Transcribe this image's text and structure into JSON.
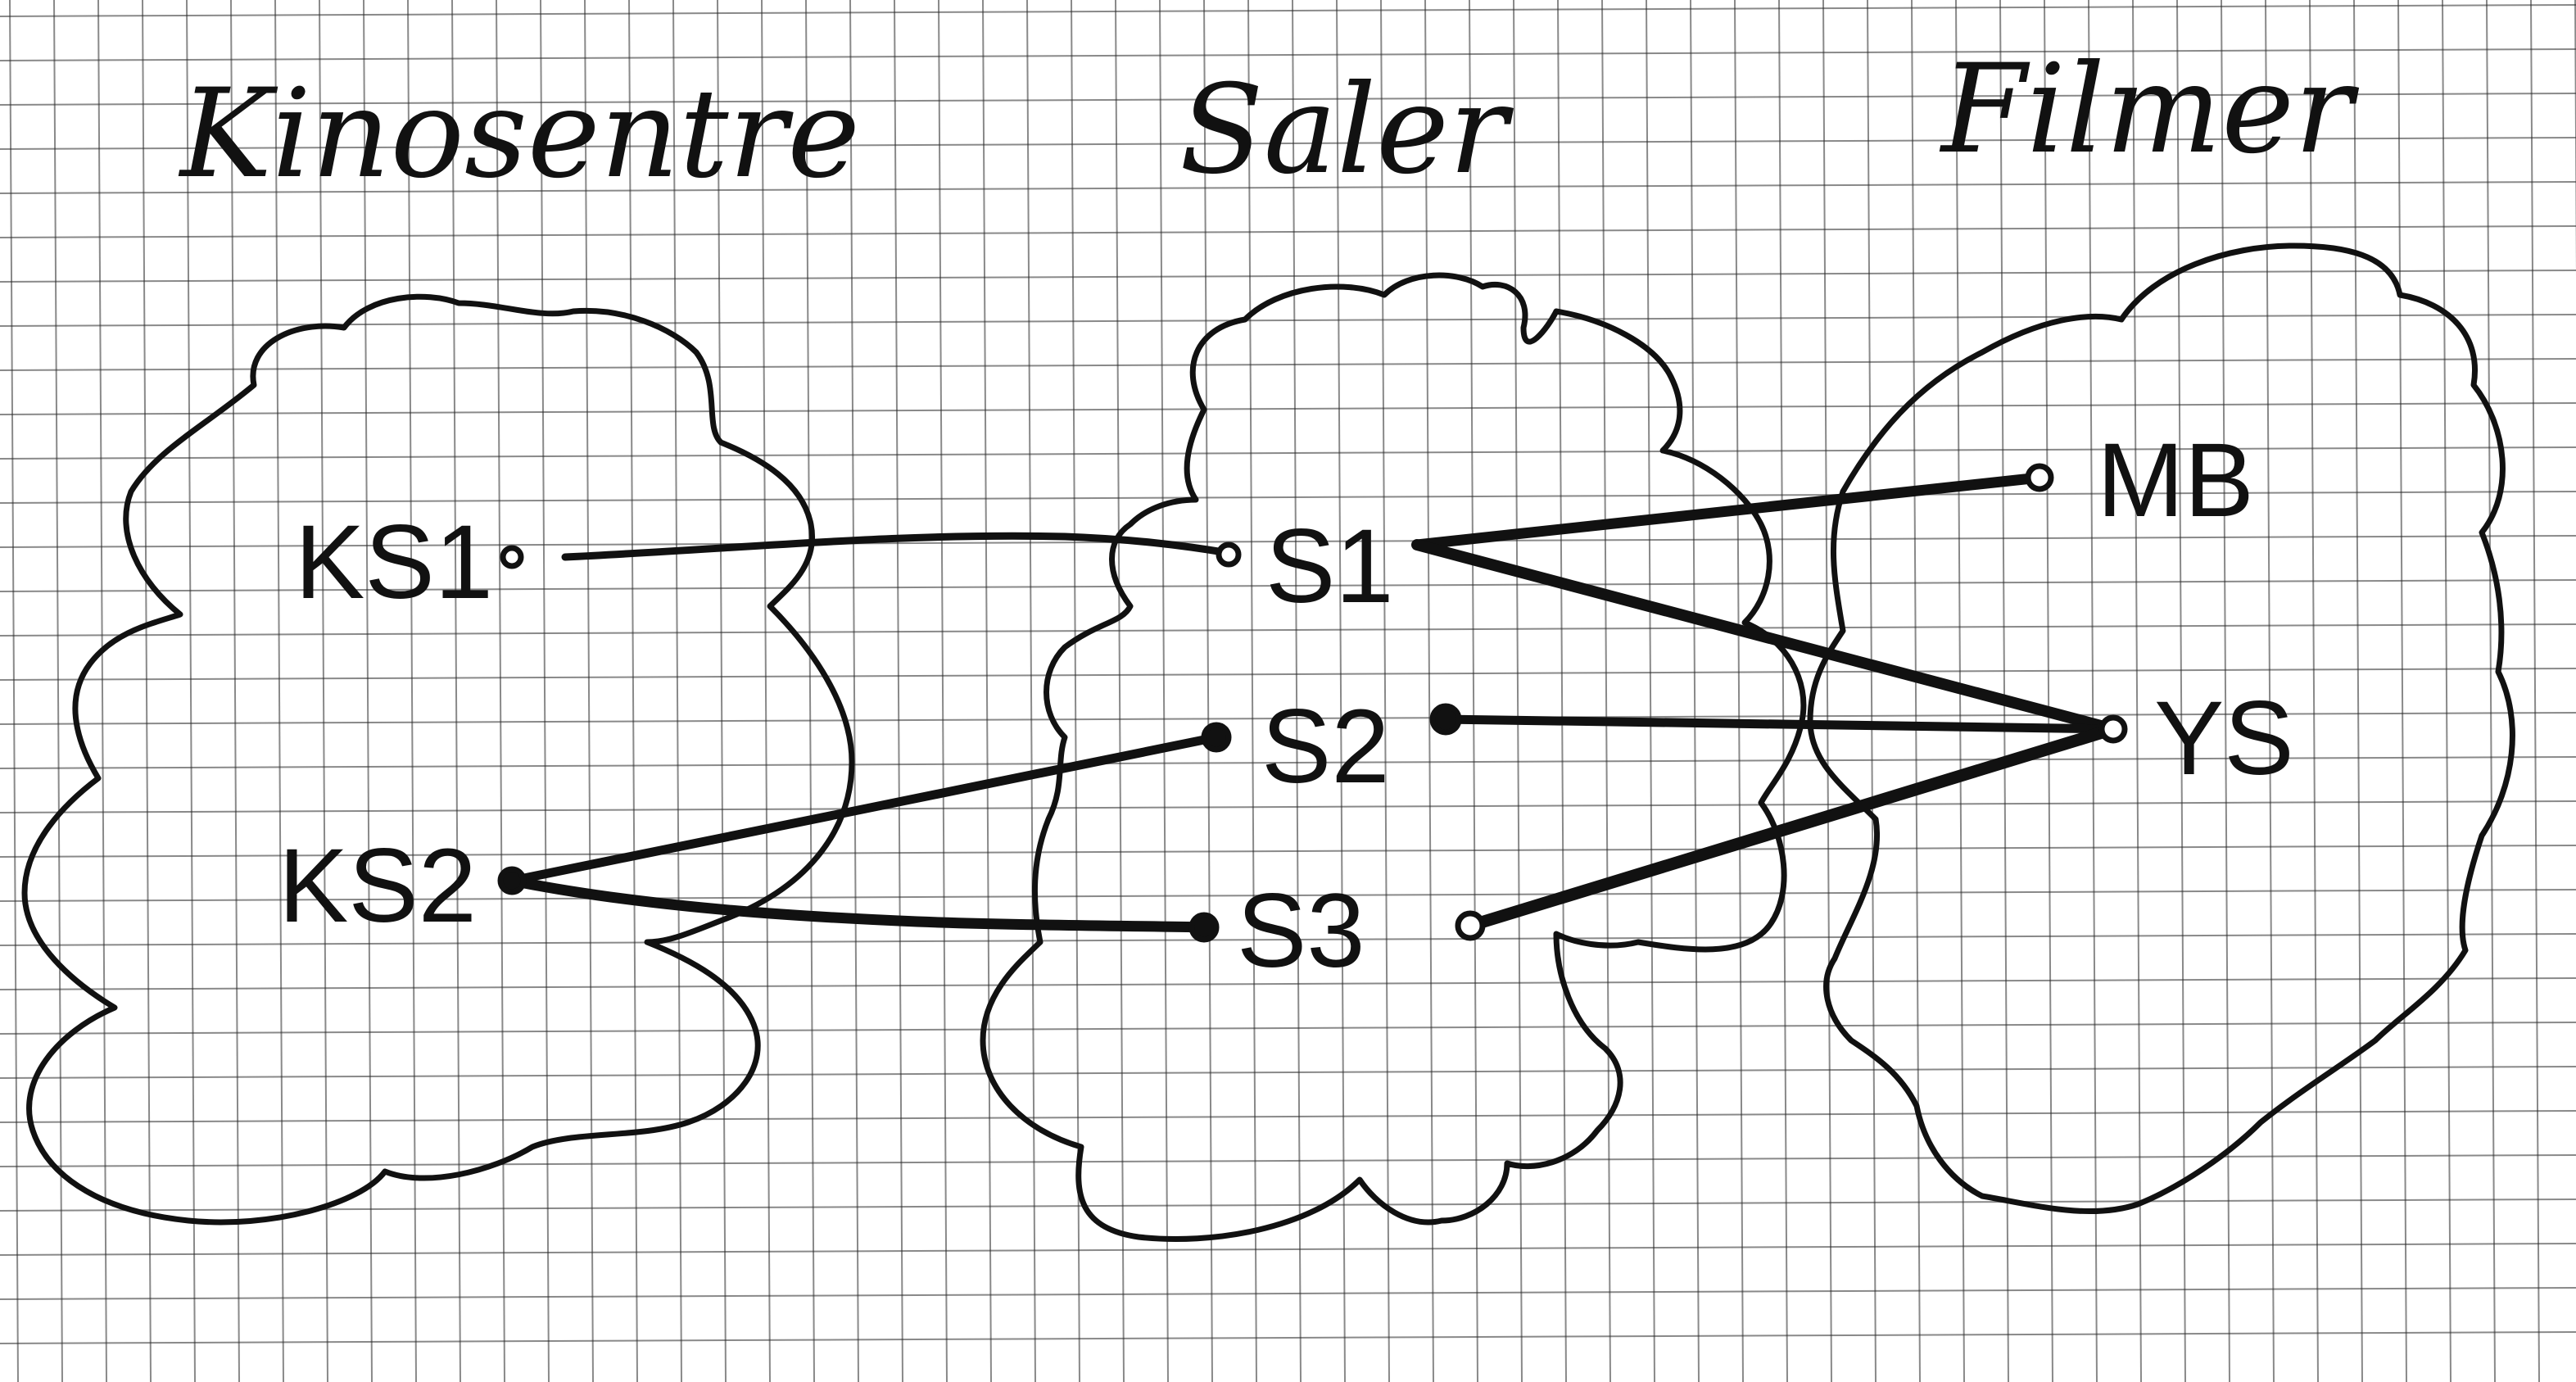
{
  "groups": {
    "cinemas": {
      "title": "Kinosentre"
    },
    "halls": {
      "title": "Saler"
    },
    "films": {
      "title": "Filmer"
    }
  },
  "nodes": {
    "ks1": "KS1",
    "ks2": "KS2",
    "s1": "S1",
    "s2": "S2",
    "s3": "S3",
    "mb": "MB",
    "ys": "YS"
  },
  "edges": [
    {
      "from": "KS1",
      "to": "S1"
    },
    {
      "from": "KS2",
      "to": "S2"
    },
    {
      "from": "KS2",
      "to": "S3"
    },
    {
      "from": "S1",
      "to": "MB"
    },
    {
      "from": "S1",
      "to": "YS"
    },
    {
      "from": "S2",
      "to": "YS"
    },
    {
      "from": "S3",
      "to": "YS"
    }
  ]
}
